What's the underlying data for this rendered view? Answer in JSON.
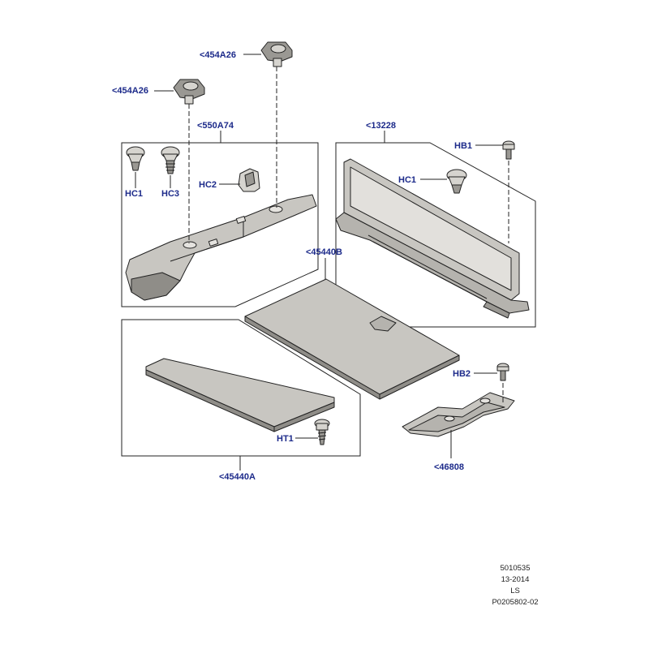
{
  "colors": {
    "callout": "#1c2a8a",
    "line": "#222222",
    "panel_fill": "#c8c6c1",
    "panel_dark": "#8f8d88",
    "part_fill": "#d6d4cf"
  },
  "callouts": {
    "top_clip_1": "<454A26",
    "top_clip_2": "<454A26",
    "side_trim": "<550A74",
    "rear_panel": "<13228",
    "load_cover": "<45440B",
    "floor_board": "<45440A",
    "bracket": "<46808",
    "hc1_left": "HC1",
    "hc3": "HC3",
    "hc2": "HC2",
    "hb1": "HB1",
    "hc1_right": "HC1",
    "hb2": "HB2",
    "ht1": "HT1"
  },
  "meta": {
    "line1": "5010535",
    "line2": "13-2014",
    "line3": "LS",
    "line4": "P0205802-02"
  }
}
